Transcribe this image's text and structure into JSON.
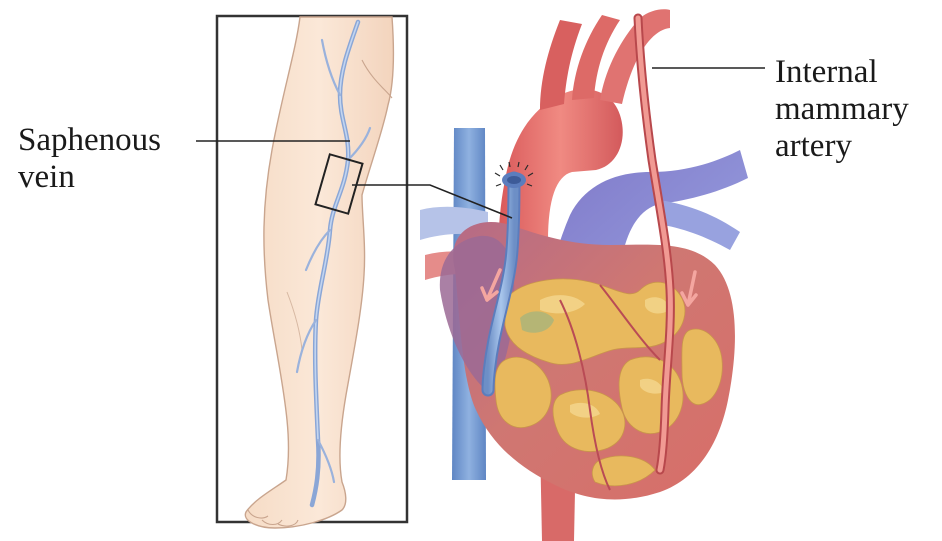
{
  "labels": {
    "saphenous_vein": {
      "line1": "Saphenous",
      "line2": "vein"
    },
    "internal_mammary_artery": {
      "line1": "Internal",
      "line2": "mammary",
      "line3": "artery"
    }
  },
  "colors": {
    "skin": "#f9e2cf",
    "skin_outline": "#c9a58e",
    "vein": "#7b9fcf",
    "vein_light": "#a9c3e6",
    "artery": "#e26a67",
    "artery_dark": "#c64b4e",
    "heart_muscle": "#c86b6a",
    "heart_purple": "#8d6a9a",
    "fat": "#e7b65a",
    "fat_light": "#f1cf7e",
    "great_vein": "#8a93d6",
    "frame": "#333333",
    "leader_line": "#222222"
  }
}
